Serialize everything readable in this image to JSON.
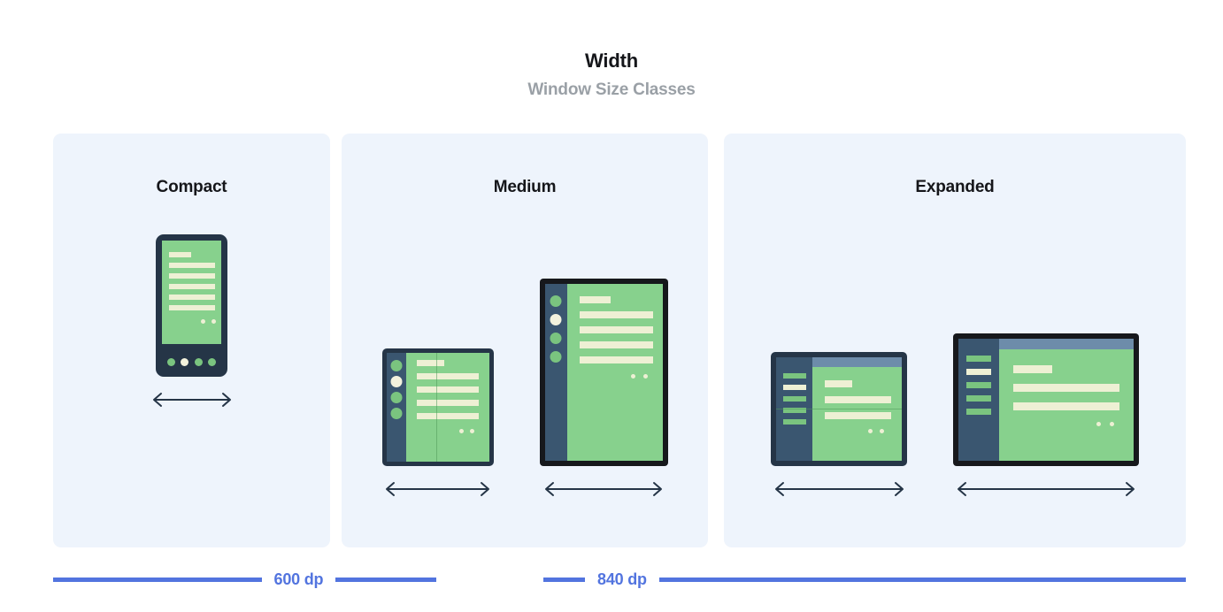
{
  "header": {
    "title": "Width",
    "subtitle": "Window Size Classes"
  },
  "colors": {
    "panel_bg": "#eef4fc",
    "title": "#15161a",
    "subtitle": "#9aa0a6",
    "accent_blue": "#5274df",
    "device_navy": "#253547",
    "device_black": "#16181c",
    "rail_navy": "#3a5670",
    "screen_green": "#87d18d",
    "content_cream": "#eef0d4",
    "dot_green": "#7ac47f",
    "topbar_blue": "#6d8caa"
  },
  "panels": [
    {
      "id": "compact",
      "label": "Compact",
      "devices": [
        {
          "name": "phone",
          "type": "phone-portrait",
          "arrow": "resize-arrow"
        }
      ]
    },
    {
      "id": "medium",
      "label": "Medium",
      "devices": [
        {
          "name": "foldable-portrait",
          "type": "foldable-portrait",
          "arrow": "resize-arrow"
        },
        {
          "name": "tablet-portrait",
          "type": "tablet-portrait",
          "arrow": "resize-arrow"
        }
      ]
    },
    {
      "id": "expanded",
      "label": "Expanded",
      "devices": [
        {
          "name": "foldable-landscape",
          "type": "foldable-landscape",
          "arrow": "resize-arrow"
        },
        {
          "name": "tablet-landscape",
          "type": "tablet-landscape",
          "arrow": "resize-arrow"
        }
      ]
    }
  ],
  "scale": {
    "breakpoints": [
      {
        "label": "600 dp",
        "value": 600,
        "unit": "dp"
      },
      {
        "label": "840 dp",
        "value": 840,
        "unit": "dp"
      }
    ]
  }
}
